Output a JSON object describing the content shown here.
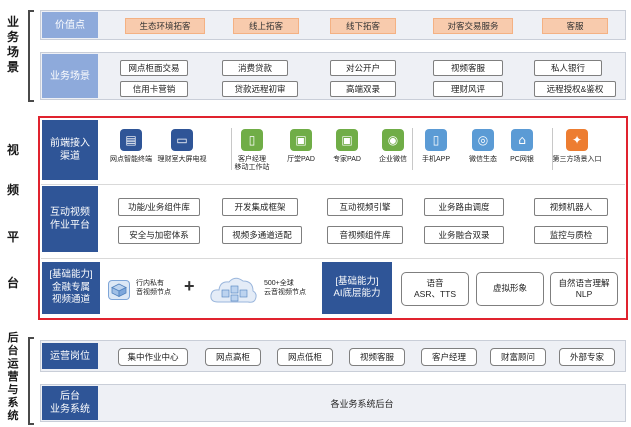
{
  "side_labels": {
    "business": "业\n务\n场\n景",
    "video": [
      "视",
      "频",
      "平",
      "台"
    ],
    "backend": "后\n台\n运\n营\n与\n系\n统"
  },
  "value_row": {
    "label": "价值点",
    "items": [
      "生态环境拓客",
      "线上拓客",
      "线下拓客",
      "对客交易服务",
      "客服"
    ]
  },
  "scene_row": {
    "label": "业务场景",
    "items": [
      "网点柜面交易",
      "信用卡营销",
      "消费贷款",
      "贷款远程初审",
      "对公开户",
      "高端双录",
      "视频客服",
      "理财风评",
      "私人银行",
      "远程授权&鉴权"
    ]
  },
  "access_row": {
    "label": "前端接入\n渠道",
    "icons": [
      {
        "name": "网点智能终端",
        "color": "#2f5597",
        "glyph": "▤"
      },
      {
        "name": "理财室大屏电视",
        "color": "#2f5597",
        "glyph": "▭"
      },
      {
        "name": "客户经理\n移动工作站",
        "color": "#70ad47",
        "glyph": "▯"
      },
      {
        "name": "厅堂PAD",
        "color": "#70ad47",
        "glyph": "▣"
      },
      {
        "name": "专家PAD",
        "color": "#70ad47",
        "glyph": "▣"
      },
      {
        "name": "企业微信",
        "color": "#70ad47",
        "glyph": "◉"
      },
      {
        "name": "手机APP",
        "color": "#5b9bd5",
        "glyph": "▯"
      },
      {
        "name": "微信生态",
        "color": "#5b9bd5",
        "glyph": "◎"
      },
      {
        "name": "PC网银",
        "color": "#5b9bd5",
        "glyph": "⌂"
      },
      {
        "name": "第三方场景入口",
        "color": "#ed7d31",
        "glyph": "✦"
      }
    ]
  },
  "interactive_row": {
    "label": "互动视频\n作业平台",
    "items": [
      "功能/业务组件库",
      "安全与加密体系",
      "开发集成框架",
      "视频多通道适配",
      "互动视频引擎",
      "音视频组件库",
      "业务路由调度",
      "业务融合双录",
      "视频机器人",
      "监控与质检"
    ]
  },
  "capability_left": {
    "label": "[基础能力]\n金融专属\n视频通道",
    "note1": "行内私有\n音视频节点",
    "plus": "+",
    "note2": "500+全球\n云音视频节点"
  },
  "capability_right": {
    "label": "[基础能力]\nAI底层能力",
    "items": [
      "语音\nASR、TTS",
      "虚拟形象",
      "自然语言理解\nNLP"
    ]
  },
  "ops_row": {
    "label": "运营岗位",
    "items": [
      "集中作业中心",
      "网点高柜",
      "网点低柜",
      "视频客服",
      "客户经理",
      "财富顾问",
      "外部专家"
    ]
  },
  "backend_row": {
    "label": "后台\n业务系统",
    "text": "各业务系统后台"
  },
  "colors": {
    "header_dark": "#2f5597",
    "header_light": "#8eaadb",
    "peach": "#f8cbad",
    "frame_red": "#e0232e"
  }
}
